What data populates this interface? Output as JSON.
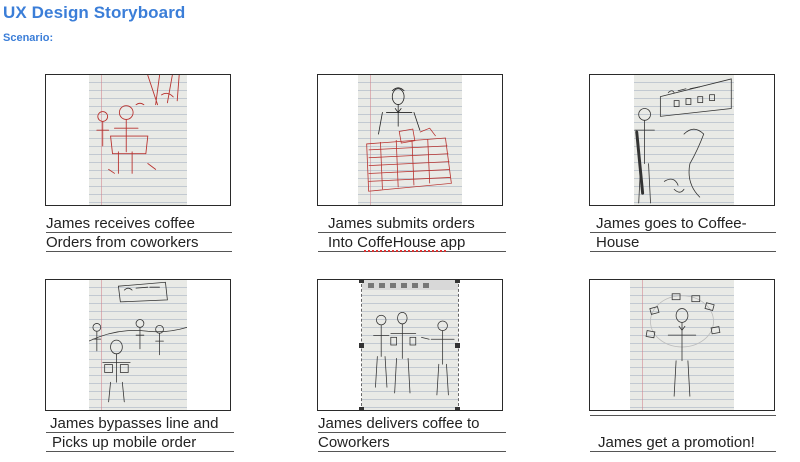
{
  "page": {
    "title": "UX Design Storyboard",
    "subtitle": "Scenario:"
  },
  "panels": [
    {
      "line1": "James receives coffee",
      "line2": "Orders from coworkers",
      "sketch_ink": "#b8322f"
    },
    {
      "line1": "James submits orders",
      "line2": "Into CoffeHouse app",
      "sketch_ink": "#b8322f"
    },
    {
      "line1": "James goes to Coffee-",
      "line2": "House",
      "sketch_ink": "#333333"
    },
    {
      "line1": "James bypasses line and",
      "line2": "Picks up mobile order",
      "sketch_ink": "#333333"
    },
    {
      "line1": "James delivers coffee to",
      "line2": "Coworkers",
      "sketch_ink": "#333333"
    },
    {
      "line1": "",
      "line2": "James get a promotion!",
      "sketch_ink": "#333333"
    }
  ],
  "colors": {
    "heading": "#3b7ed8",
    "spellcheck_underline": "#d33"
  }
}
